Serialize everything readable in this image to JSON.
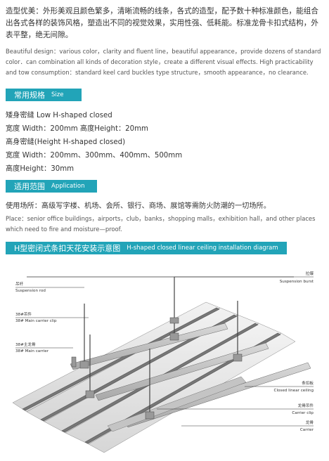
{
  "intro": {
    "cn": "造型优美：外形美观且颜色繁多，清晰流畅的线条，各式的造型，配予数十种标准颜色，能组合出各式各样的装饰风格，塑造出不同的视觉效果，实用性强、低耗能。标准龙骨卡扣式结构，外表平整，绝无间隙。",
    "en": "Beautiful design：various color，clarity and fluent line，beautiful appearance，provide dozens of standard color．can combination all kinds of decoration style，create a different visual effects. High practicability and tow consumption：standard keel card buckles type structure，smooth appearance，no clearance."
  },
  "sections": {
    "size": {
      "cn": "常用规格",
      "en": "Size"
    },
    "application": {
      "cn": "适用范围",
      "en": "Application"
    },
    "installation": {
      "cn": "H型密闭式条扣天花安装示意图",
      "en": "H-shaped closed linear ceiling installation diagram"
    }
  },
  "specs": [
    "矮身密缝 Low H-shaped closed",
    "宽度 Width：200mm 高度Height：20mm",
    "高身密缝(Height H-shaped closed)",
    "宽度 Width：200mm、300mm、400mm、500mm",
    "高度Height：30mm"
  ],
  "usage": {
    "cn": "使用场所：高级写字楼、机场、会所、银行、商场、展馆等需防火防潮的一切场所。",
    "en": "Place：senior office buildings，airports，club，banks，shopping malls，exhibition hall，and other places which need to fire and moisture—proof."
  },
  "diagram_labels": {
    "suspension_rod_cn": "吊杆",
    "suspension_rod_en": "Suspension rod",
    "main_clip_cn": "38#吊件",
    "main_clip_en": "38# Main carrier clip",
    "main_carrier_cn": "38#主龙骨",
    "main_carrier_en": "38# Main carrier",
    "burst_cn": "拉爆",
    "burst_en": "Suspension burst",
    "linear_cn": "条扣板",
    "linear_en": "Closed linear ceiling",
    "carrier_clip_cn": "龙骨吊件",
    "carrier_clip_en": "Carrier clip",
    "carrier_cn": "龙骨",
    "carrier_en": "Carrier"
  },
  "colors": {
    "accent": "#22a4b8"
  }
}
